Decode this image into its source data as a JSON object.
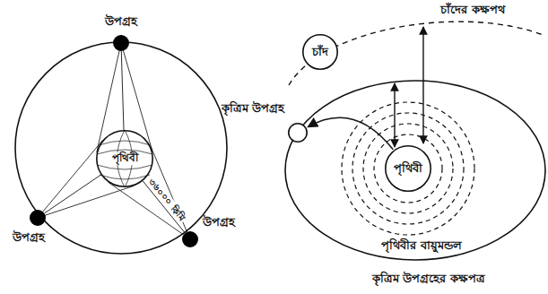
{
  "diagram": {
    "caption": "কৃত্রিম উপগ্রহের কক্ষপত্র",
    "nodes": [
      {
        "text": [
          "উপগ্রহ"
        ]
      },
      {
        "text": [
          "পৃথিবী"
        ]
      },
      {
        "text": [
          "উপগ্রহ"
        ]
      },
      {
        "text": [
          "উপগ্রহ"
        ]
      },
      {
        "text": [
          "চাঁদ"
        ]
      },
      {
        "text": [
          "কৃত্রিম উপগ্রহ"
        ]
      },
      {
        "text": [
          "পৃথিবী"
        ]
      }
    ],
    "edges": [
      {
        "from": 0,
        "to": 1,
        "arrow": "none"
      },
      {
        "from": 2,
        "to": 1,
        "arrow": "none"
      },
      {
        "from": 3,
        "to": 1,
        "arrow": "none"
      },
      {
        "from": 6,
        "to": 5,
        "arrow": "to"
      }
    ],
    "labels": [
      "৩৬০০০ কিমি",
      "চাঁদের কক্ষপথ",
      "পৃথিবীর বায়ুমন্ডল"
    ]
  }
}
